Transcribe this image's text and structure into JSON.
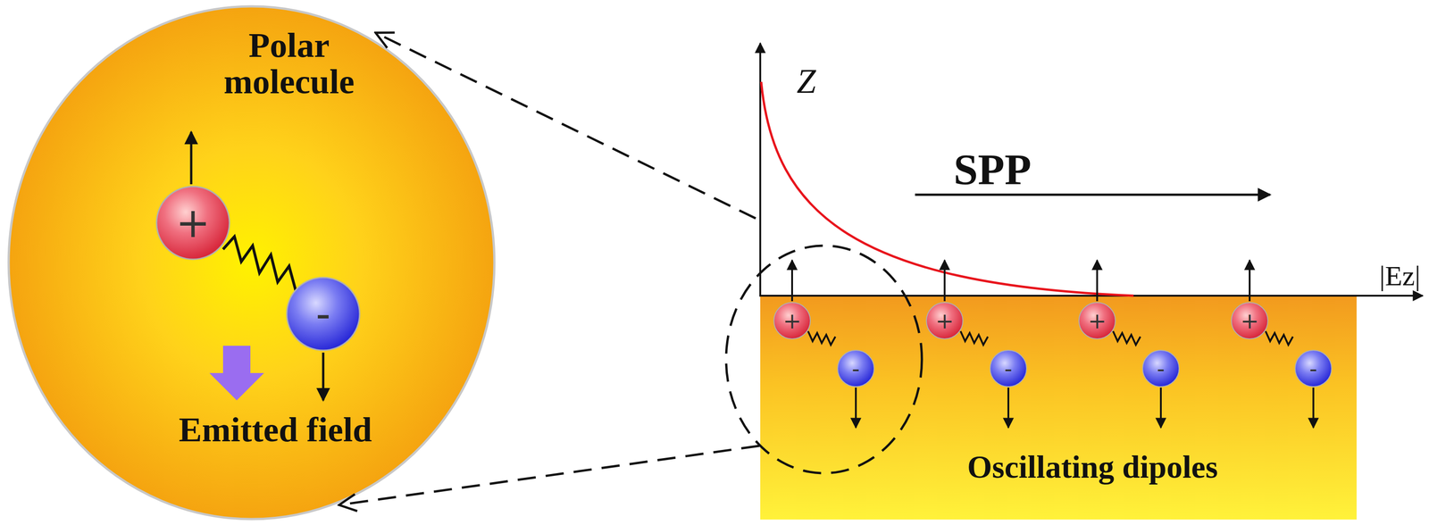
{
  "diagram": {
    "nodes": [
      {
        "text": [
          "Polar molecule",
          "Emitted field"
        ]
      },
      {
        "text": [
          "Oscillating dipoles"
        ]
      }
    ],
    "labels": [
      "Z",
      "SPP",
      "|Ez|",
      "+",
      "-",
      "+",
      "-",
      "+",
      "-",
      "+",
      "-",
      "+",
      "-"
    ]
  }
}
